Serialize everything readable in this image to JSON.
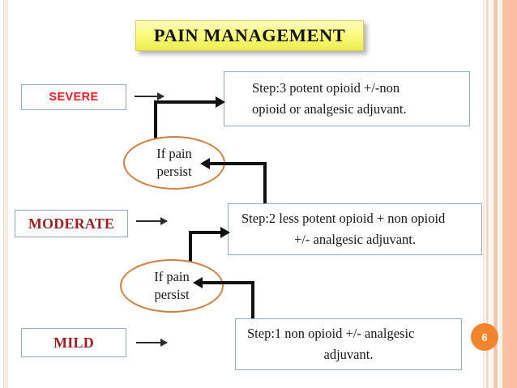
{
  "slide": {
    "title": "PAIN  MANAGEMENT",
    "page_number": "6",
    "accent_colors": {
      "title_fill": "#fcfc86",
      "box_border": "#8faace",
      "ellipse_border": "#d08040",
      "severe_text": "#ec1c24",
      "level_text": "#9e2021",
      "badge": "#f2842c",
      "edge_stripe": "#f8bfa3",
      "connector": "#111111"
    }
  },
  "levels": [
    {
      "label": "SEVERE"
    },
    {
      "label": "MODERATE"
    },
    {
      "label": "MILD"
    }
  ],
  "steps": [
    {
      "line1": "Step:3 potent opioid +/-non",
      "line2": "opioid or analgesic adjuvant."
    },
    {
      "line1": "Step:2 less potent opioid + non opioid",
      "line2": "+/- analgesic adjuvant."
    },
    {
      "line1": "Step:1 non opioid  +/- analgesic",
      "line2": "adjuvant."
    }
  ],
  "conditions": [
    {
      "line1": "If pain",
      "line2": "persist"
    },
    {
      "line1": "If pain",
      "line2": "persist"
    }
  ],
  "icons": {
    "arrow_right": "arrow-right-icon",
    "elbow_up_right": "elbow-arrow-up-right-icon",
    "elbow_up_left": "elbow-arrow-up-left-icon"
  }
}
